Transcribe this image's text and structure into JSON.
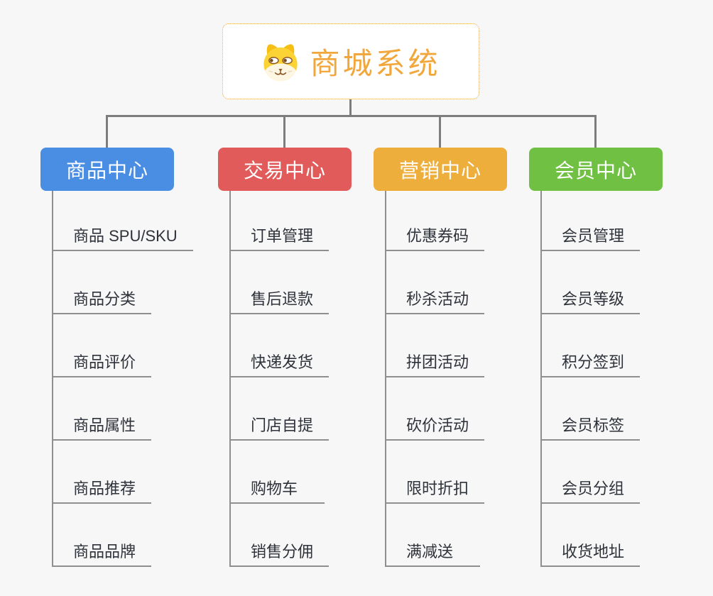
{
  "canvas": {
    "background": "#f7f7f7",
    "connector_color": "#7d7d7d"
  },
  "root": {
    "title": "商城系统",
    "icon": "dog-face-icon",
    "title_color": "#f1a73c",
    "border_color": "#efa840"
  },
  "branches": [
    {
      "id": "product-center",
      "label": "商品中心",
      "color": "#4a8ee4",
      "items": [
        "商品 SPU/SKU",
        "商品分类",
        "商品评价",
        "商品属性",
        "商品推荐",
        "商品品牌"
      ]
    },
    {
      "id": "trade-center",
      "label": "交易中心",
      "color": "#e15b5b",
      "items": [
        "订单管理",
        "售后退款",
        "快递发货",
        "门店自提",
        "购物车",
        "销售分佣"
      ]
    },
    {
      "id": "marketing-center",
      "label": "营销中心",
      "color": "#eeae3c",
      "items": [
        "优惠券码",
        "秒杀活动",
        "拼团活动",
        "砍价活动",
        "限时折扣",
        "满减送"
      ]
    },
    {
      "id": "member-center",
      "label": "会员中心",
      "color": "#6fc043",
      "items": [
        "会员管理",
        "会员等级",
        "积分签到",
        "会员标签",
        "会员分组",
        "收货地址"
      ]
    }
  ]
}
